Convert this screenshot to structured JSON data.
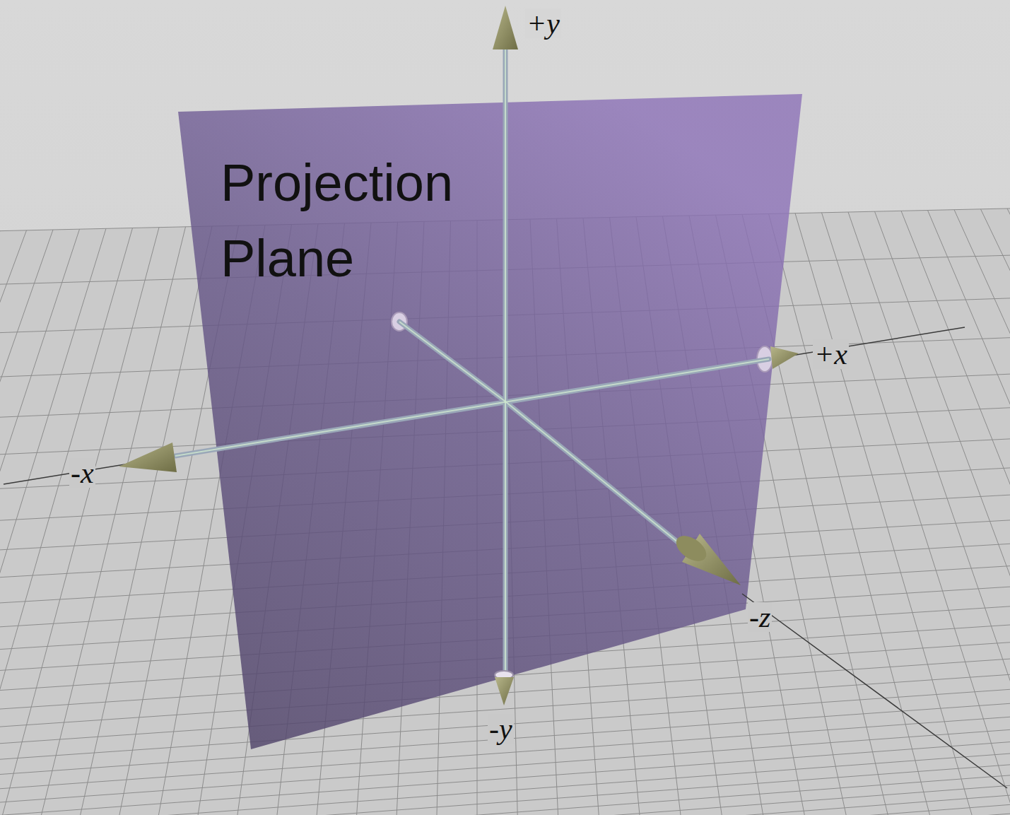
{
  "diagram": {
    "nodes": [
      {
        "text": [
          "Projection Plane"
        ]
      }
    ],
    "labels": [
      "+y",
      "+x",
      "-x",
      "-z",
      "-y"
    ]
  }
}
